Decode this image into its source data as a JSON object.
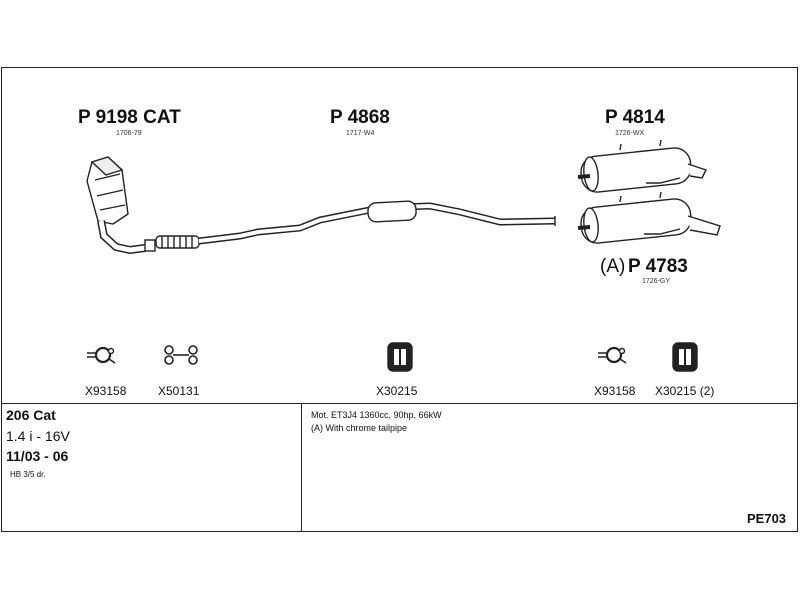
{
  "parts": {
    "catalyst": {
      "number": "P 9198 CAT",
      "code": "1706-79"
    },
    "middle_pipe": {
      "number": "P 4868",
      "code": "1717-W4"
    },
    "rear_silencer": {
      "number": "P 4814",
      "code": "1726-WX"
    },
    "rear_silencer_chrome": {
      "prefix": "(A)",
      "number": "P 4783",
      "code": "1726-GY"
    }
  },
  "accessories": [
    {
      "label": "X93158",
      "icon": "clamp-icon"
    },
    {
      "label": "X50131",
      "icon": "spring-bolt-icon"
    },
    {
      "label": "X30215",
      "icon": "rubber-mount-icon"
    },
    {
      "label": "X93158",
      "icon": "clamp-icon"
    },
    {
      "label": "X30215 (2)",
      "icon": "rubber-mount-icon"
    }
  ],
  "vehicle": {
    "model": "206 Cat",
    "engine": "1.4 i - 16V",
    "years": "11/03 - 06",
    "body": "HB 3/5 dr."
  },
  "notes": {
    "motor": "Mot. ET3J4 1360cc, 90hp, 66kW",
    "chrome": "(A) With chrome tailpipe"
  },
  "system_code": "PE703"
}
